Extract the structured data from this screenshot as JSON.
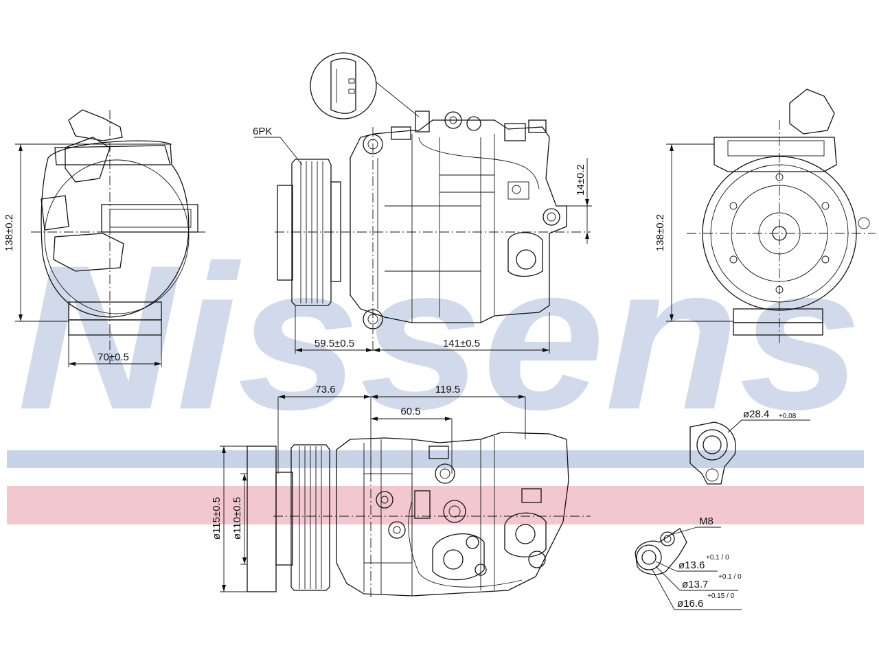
{
  "watermark": {
    "brand": "Nissens",
    "colors": {
      "letters": "#c9d4e6",
      "blue_band": "#c7d3e6",
      "red_band": "#f2c7ce"
    }
  },
  "labels": {
    "belt": "6PK",
    "thread": "M8"
  },
  "dimensions": {
    "left_height": "138±0.2",
    "left_width": "70±0.5",
    "front_offset": "14±0.2",
    "pulley_offset": "59.5±0.5",
    "body_length": "141±0.5",
    "right_height": "138±0.2",
    "top_73": "73.6",
    "top_119": "119.5",
    "top_60": "60.5",
    "dia_115": "ø115±0.5",
    "dia_110": "ø110±0.5",
    "port_28": "ø28.4",
    "port_28_tol": "+0.08",
    "port_13_6": "ø13.6",
    "port_13_6_tol": "+0.1 / 0",
    "port_13_7": "ø13.7",
    "port_13_7_tol": "+0.1 / 0",
    "port_16_6": "ø16.6",
    "port_16_6_tol": "+0.15 / 0"
  }
}
